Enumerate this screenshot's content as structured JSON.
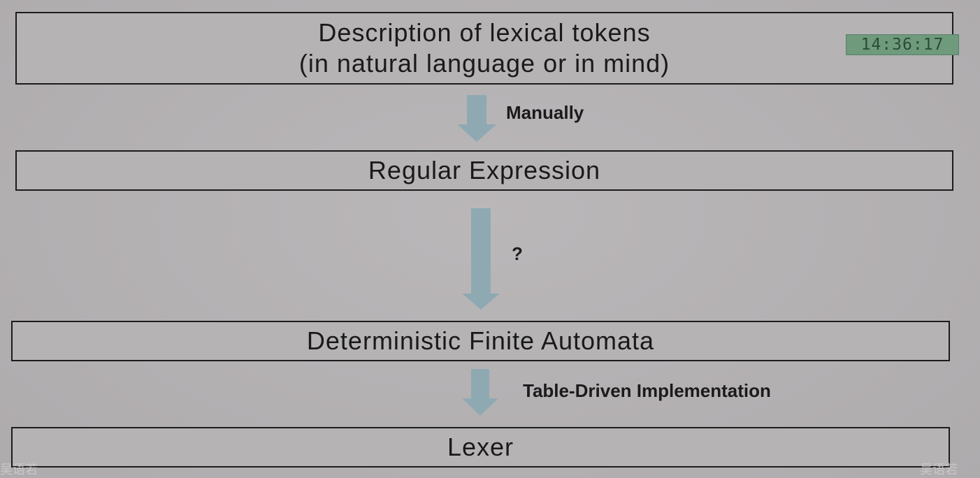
{
  "diagram": {
    "boxes": [
      {
        "lines": [
          "Description of lexical tokens",
          "(in natural language or in mind)"
        ]
      },
      {
        "lines": [
          "Regular Expression"
        ]
      },
      {
        "lines": [
          "Deterministic Finite Automata"
        ]
      },
      {
        "lines": [
          "Lexer"
        ]
      }
    ],
    "arrows": [
      {
        "label": "Manually"
      },
      {
        "label": "?"
      },
      {
        "label": "Table-Driven Implementation"
      }
    ],
    "arrow_color": "#8fa9b3"
  },
  "overlay": {
    "timestamp": "14:36:17",
    "watermark_left": "吴语若",
    "watermark_right": "吴语若"
  }
}
